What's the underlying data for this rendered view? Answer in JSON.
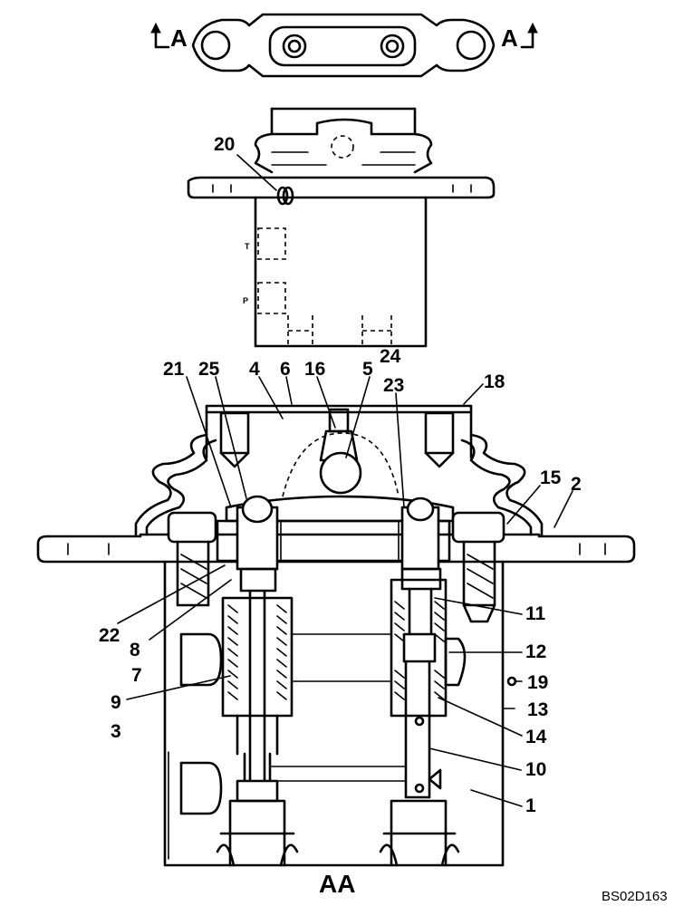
{
  "section_marker": {
    "left": "A",
    "right": "A"
  },
  "view_title": "AA",
  "drawing_code": "BS02D163",
  "port_marks": [
    "T",
    "P"
  ],
  "callouts": {
    "c1": "1",
    "c2": "2",
    "c3": "3",
    "c4": "4",
    "c5": "5",
    "c6": "6",
    "c7": "7",
    "c8": "8",
    "c9": "9",
    "c10": "10",
    "c11": "11",
    "c12": "12",
    "c13": "13",
    "c14": "14",
    "c15": "15",
    "c16": "16",
    "c18": "18",
    "c19": "19",
    "c20": "20",
    "c21": "21",
    "c22": "22",
    "c23": "23",
    "c24": "24",
    "c25": "25"
  }
}
